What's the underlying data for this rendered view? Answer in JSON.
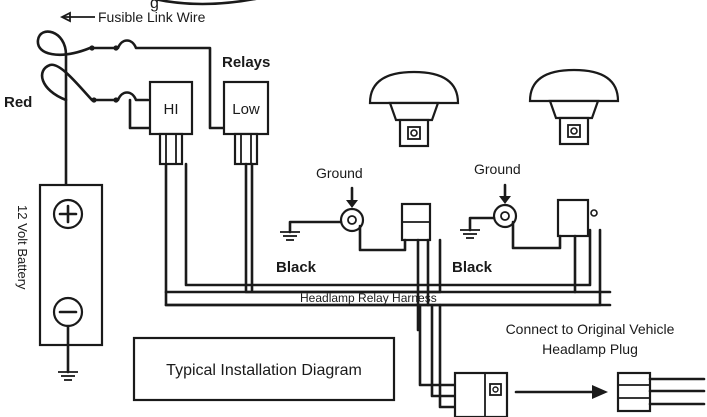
{
  "labels": {
    "heading_fragment": "g",
    "fusible_link": "Fusible Link Wire",
    "relays": "Relays",
    "red": "Red",
    "relay_hi": "HI",
    "relay_low": "Low",
    "ground_left": "Ground",
    "ground_right": "Ground",
    "black_left": "Black",
    "black_right": "Black",
    "harness": "Headlamp Relay Harness",
    "battery": "12 Volt Battery",
    "connect_line1": "Connect to Original Vehicle",
    "connect_line2": "Headlamp Plug",
    "title_box": "Typical Installation Diagram"
  }
}
